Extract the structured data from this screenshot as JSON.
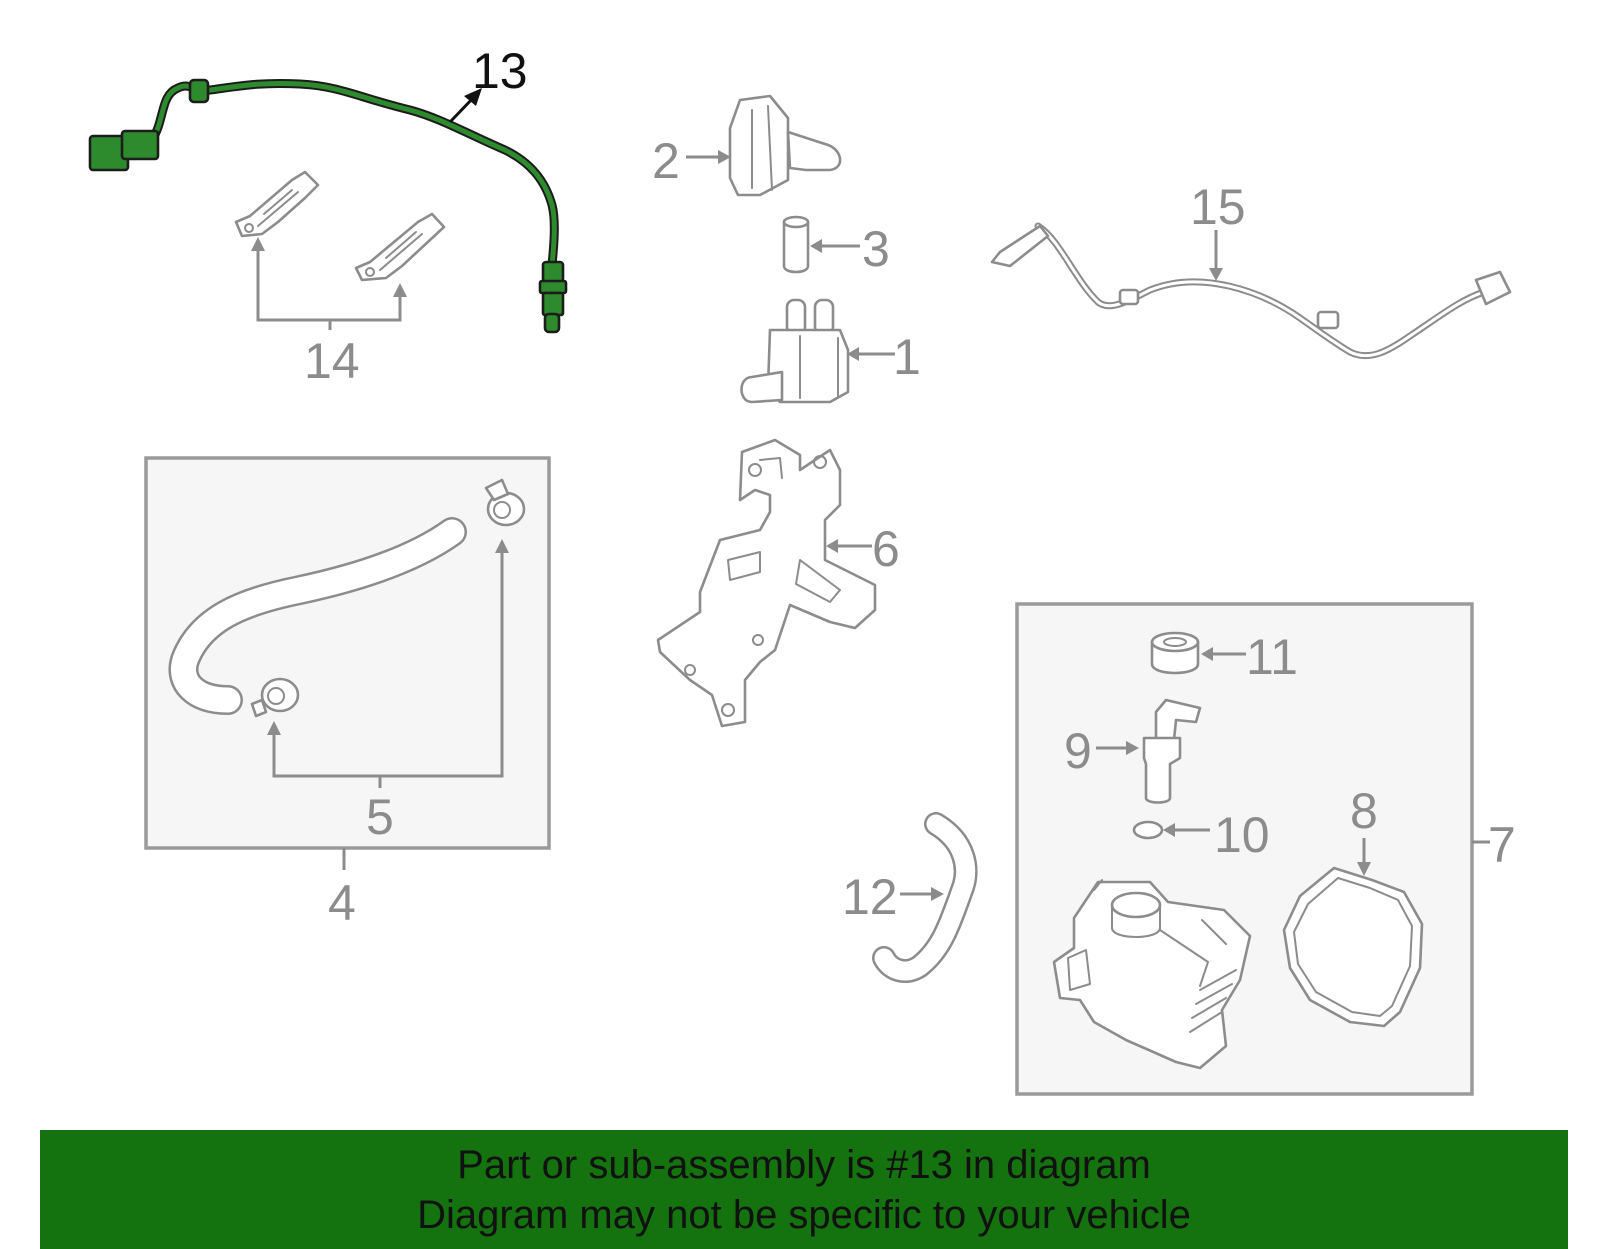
{
  "diagram": {
    "highlight_color": "#2d8a2d",
    "labels": {
      "p1": "1",
      "p2": "2",
      "p3": "3",
      "p4": "4",
      "p5": "5",
      "p6": "6",
      "p7": "7",
      "p8": "8",
      "p9": "9",
      "p10": "10",
      "p11": "11",
      "p12": "12",
      "p13": "13",
      "p14": "14",
      "p15": "15"
    },
    "highlighted_part": "13"
  },
  "banner": {
    "background": "#14720f",
    "line1": "Part or sub-assembly is #13 in diagram",
    "line2": "Diagram may not be specific to your vehicle"
  }
}
